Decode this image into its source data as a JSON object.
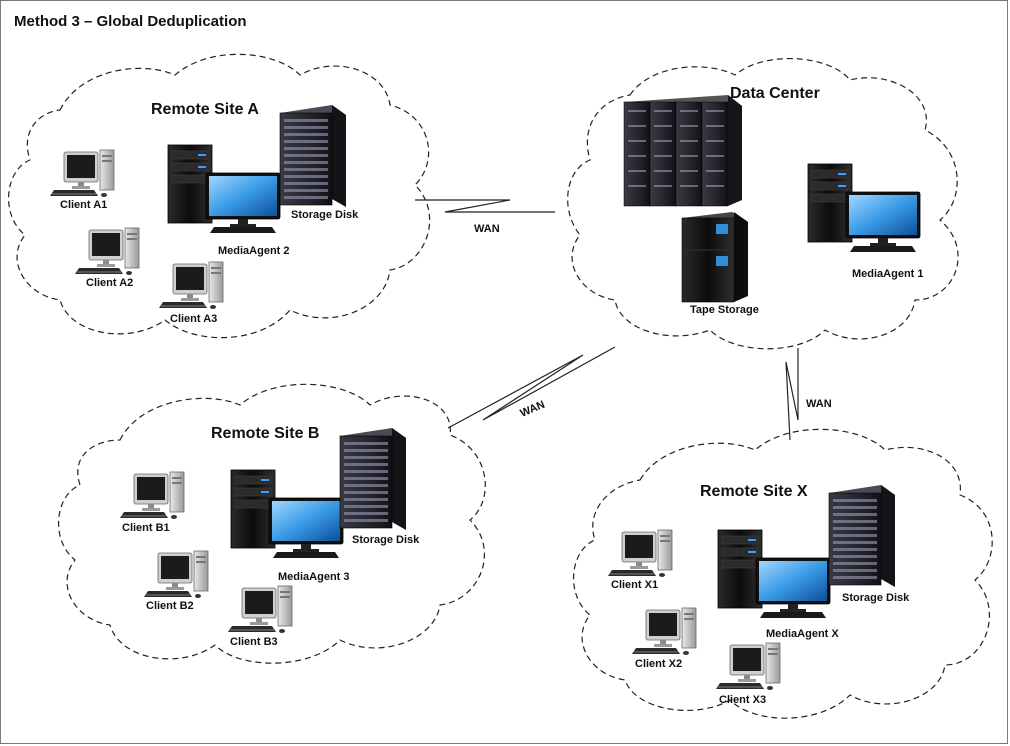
{
  "title": "Method 3 – Global Deduplication",
  "sites": {
    "a": {
      "name": "Remote Site A",
      "clients": [
        "Client A1",
        "Client A2",
        "Client A3"
      ],
      "media_agent": "MediaAgent 2",
      "storage": "Storage Disk"
    },
    "dc": {
      "name": "Data Center",
      "tape": "Tape Storage",
      "media_agent": "MediaAgent 1"
    },
    "b": {
      "name": "Remote Site B",
      "clients": [
        "Client B1",
        "Client B2",
        "Client B3"
      ],
      "media_agent": "MediaAgent 3",
      "storage": "Storage Disk"
    },
    "x": {
      "name": "Remote Site X",
      "clients": [
        "Client X1",
        "Client X2",
        "Client X3"
      ],
      "media_agent": "MediaAgent X",
      "storage": "Storage Disk"
    }
  },
  "links": {
    "a_dc": "WAN",
    "b_dc": "WAN",
    "x_dc": "WAN"
  },
  "colors": {
    "screen": "#2f8fd8",
    "tower": "#161616",
    "client_body": "#c9c9c9"
  }
}
